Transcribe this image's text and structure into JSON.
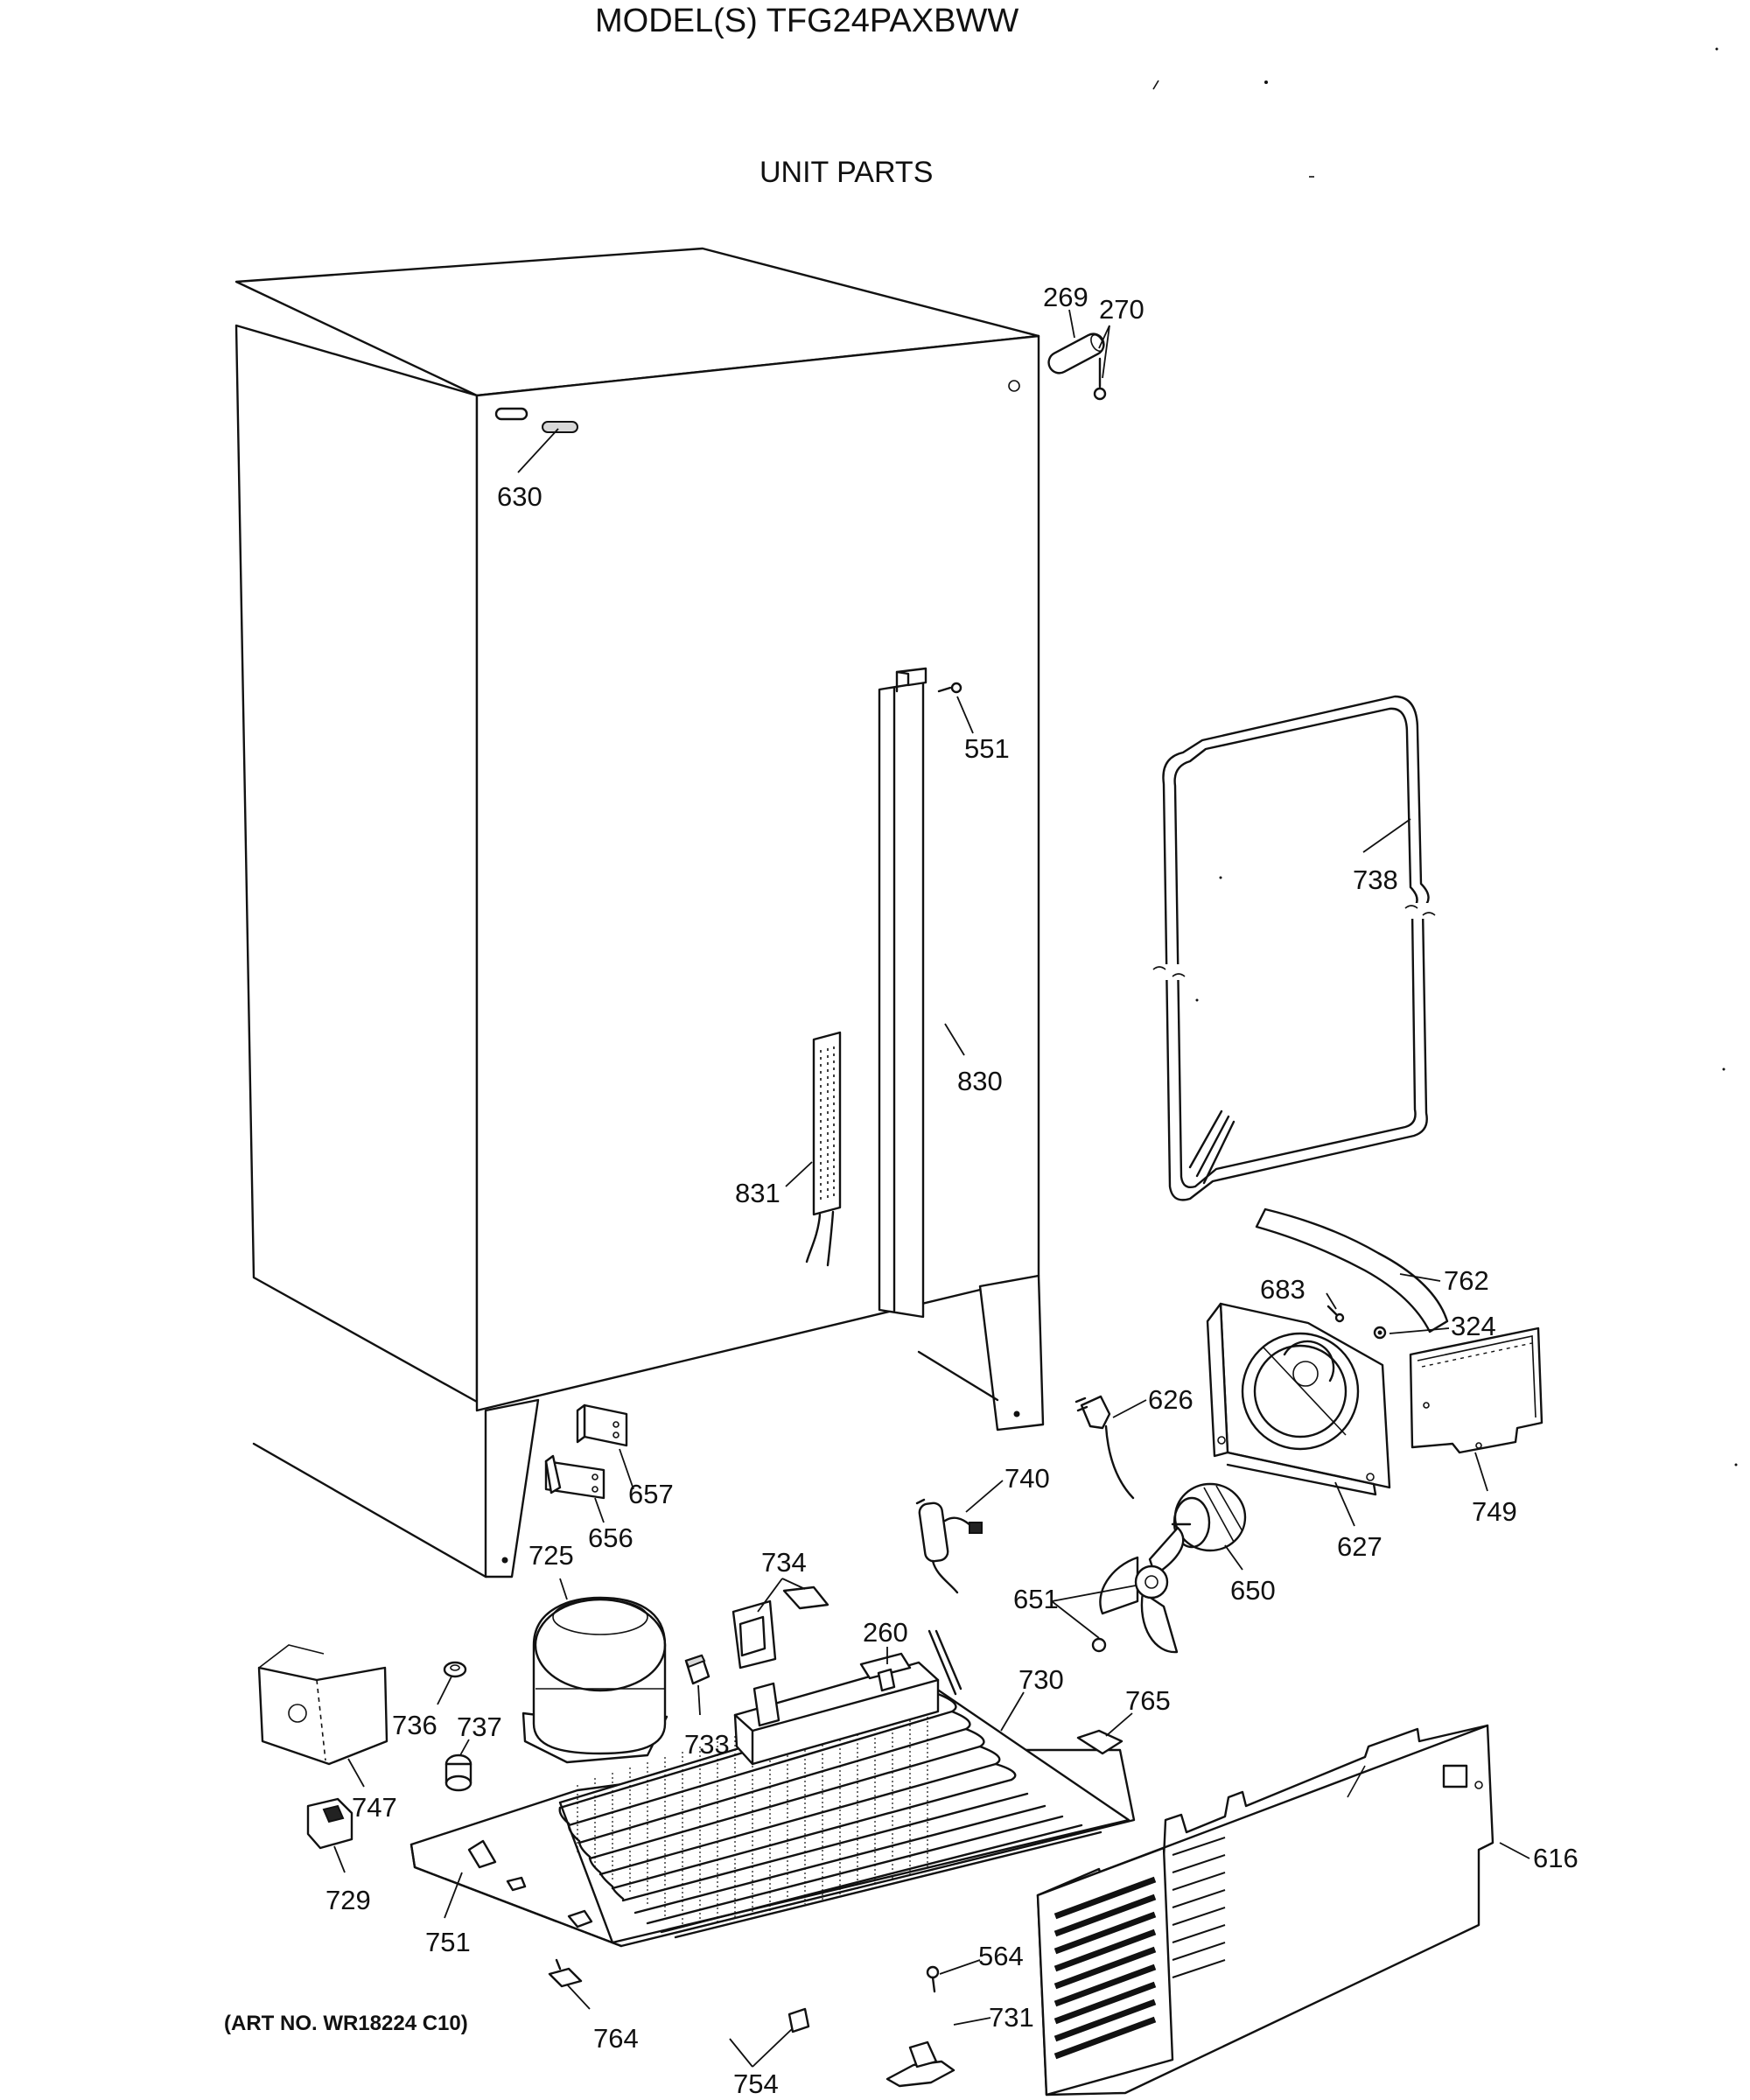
{
  "header": {
    "model": "MODEL(S) TFG24PAXBWW",
    "section": "UNIT PARTS"
  },
  "footer": {
    "art_number": "(ART NO. WR18224 C10)"
  },
  "callouts": {
    "p269": "269",
    "p270": "270",
    "p630": "630",
    "p551": "551",
    "p738": "738",
    "p830": "830",
    "p831": "831",
    "p762": "762",
    "p683": "683",
    "p324": "324",
    "p626": "626",
    "p657": "657",
    "p656": "656",
    "p740": "740",
    "p749": "749",
    "p627": "627",
    "p725": "725",
    "p734": "734",
    "p650": "650",
    "p651": "651",
    "p260": "260",
    "p730": "730",
    "p765": "765",
    "p736": "736",
    "p737": "737",
    "p733": "733",
    "p747": "747",
    "p616": "616",
    "p729": "729",
    "p751": "751",
    "p564": "564",
    "p764": "764",
    "p731": "731",
    "p754": "754"
  }
}
